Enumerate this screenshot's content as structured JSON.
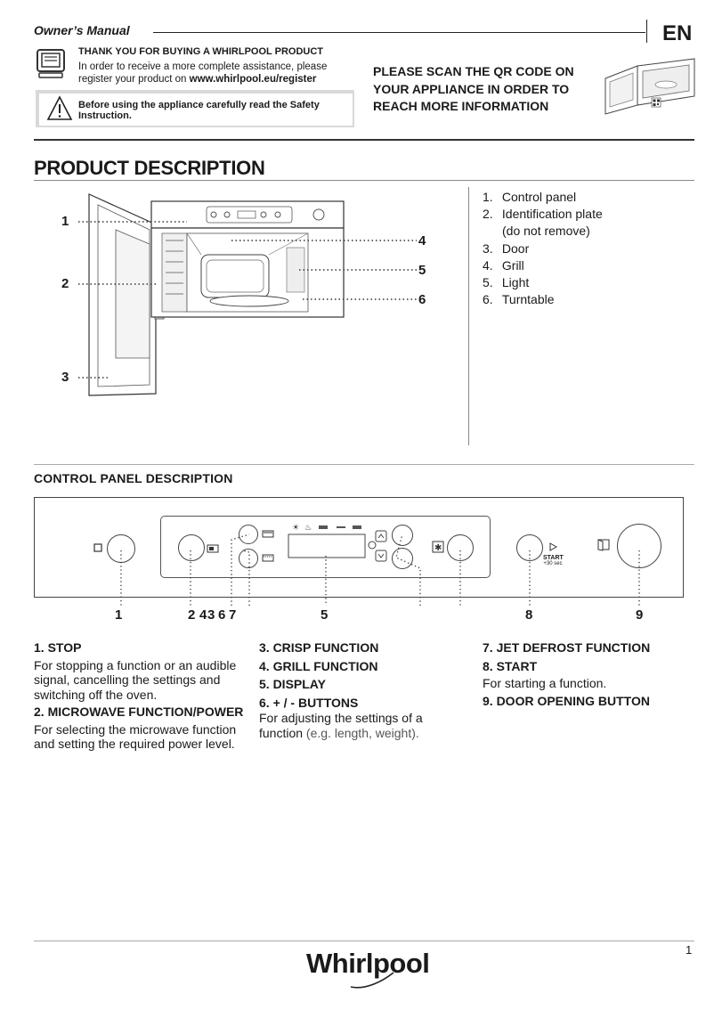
{
  "header": {
    "title": "Owner’s Manual",
    "language": "EN"
  },
  "intro": {
    "thank_you": "THANK YOU FOR BUYING A  WHIRLPOOL PRODUCT",
    "line1": "In order to receive a more complete assistance, please",
    "line2_prefix": "register your product on ",
    "line2_url": "www.whirlpool.eu/register",
    "safety": "Before using the appliance carefully read the Safety Instruction.",
    "qr_line1": "PLEASE SCAN THE QR CODE ON",
    "qr_line2": "YOUR APPLIANCE IN ORDER TO",
    "qr_line3": "REACH MORE INFORMATION"
  },
  "product_description": {
    "title": "PRODUCT DESCRIPTION",
    "callouts": [
      "1",
      "2",
      "3",
      "4",
      "5",
      "6"
    ],
    "parts": [
      {
        "num": "1.",
        "label": "Control panel"
      },
      {
        "num": "2.",
        "label": "Identification plate"
      },
      {
        "num": "3.",
        "label": "Door"
      },
      {
        "num": "4.",
        "label": "Grill"
      },
      {
        "num": "5.",
        "label": "Light"
      },
      {
        "num": "6.",
        "label": "Turntable"
      }
    ],
    "plate_note": "(do not remove)"
  },
  "control_panel": {
    "title": "CONTROL PANEL DESCRIPTION",
    "start_label": "START",
    "start_sub": "+30 sec",
    "labels": [
      "1",
      "2",
      "4",
      "3",
      "6",
      "7",
      "5",
      "8",
      "9"
    ]
  },
  "descriptions": {
    "col1": {
      "h1": "1. STOP",
      "t1": "For stopping a function or an audible signal, cancelling the settings and switching off the oven.",
      "h2": "2. MICROWAVE FUNCTION/POWER",
      "t2": "For selecting the microwave function and setting the required power level."
    },
    "col2": {
      "h3": "3. CRISP FUNCTION",
      "h4": "4. GRILL FUNCTION",
      "h5": "5. DISPLAY",
      "h6": "6. + / - BUTTONS",
      "t6a": "For adjusting the settings of a function",
      "t6b": " (e.g. length, weight)."
    },
    "col3": {
      "h7": "7. JET DEFROST FUNCTION",
      "h8": "8. START",
      "t8": "For starting a function.",
      "h9": "9. DOOR OPENING BUTTON"
    }
  },
  "footer": {
    "page": "1",
    "brand": "Whirlpool"
  }
}
